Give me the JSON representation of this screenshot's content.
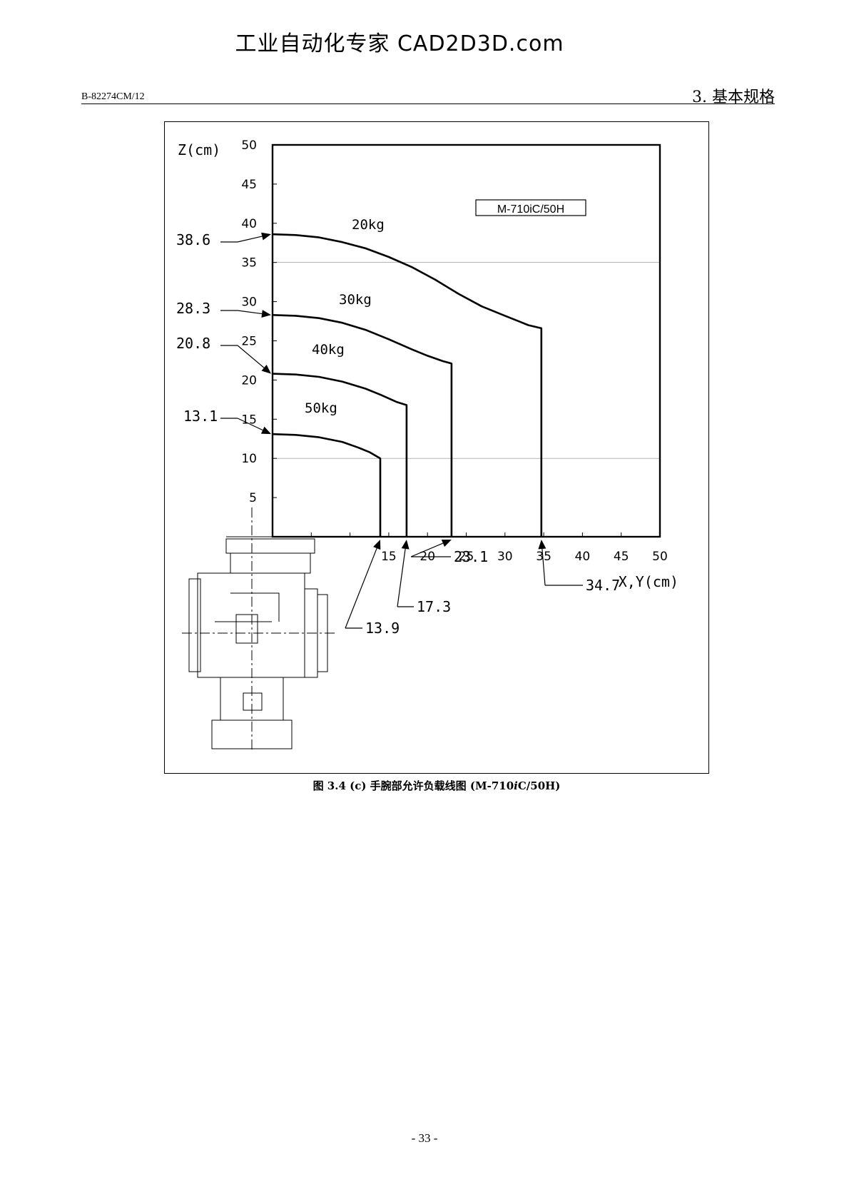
{
  "header": {
    "watermark": "工业自动化专家 CAD2D3D.com",
    "doc_code": "B-82274CM/12",
    "section_title": "3. 基本规格"
  },
  "caption": {
    "prefix": "图 3.4 (c)  手腕部允许负载线图  (M-710",
    "italic": "i",
    "suffix": "C/50H)"
  },
  "page_number": "- 33 -",
  "chart_data": {
    "type": "line",
    "title": "M-710iC/50H",
    "xlabel": "X,Y(cm)",
    "ylabel": "Z(cm)",
    "xlim": [
      0,
      50
    ],
    "ylim": [
      0,
      50
    ],
    "x_ticks": [
      15,
      20,
      25,
      30,
      35,
      40,
      45,
      50
    ],
    "y_ticks": [
      5,
      10,
      15,
      20,
      25,
      30,
      35,
      40,
      45,
      50
    ],
    "grid_lines_y": [
      10,
      35
    ],
    "series": [
      {
        "name": "20kg",
        "x": [
          0,
          3,
          6,
          9,
          12,
          15,
          18,
          21,
          24,
          27,
          30,
          32,
          33,
          34.7,
          34.7
        ],
        "y": [
          38.6,
          38.5,
          38.2,
          37.6,
          36.8,
          35.7,
          34.4,
          32.8,
          31.0,
          29.4,
          28.2,
          27.4,
          27.0,
          26.6,
          0
        ]
      },
      {
        "name": "30kg",
        "x": [
          0,
          3,
          6,
          9,
          12,
          15,
          18,
          20,
          22,
          23.1,
          23.1
        ],
        "y": [
          28.3,
          28.2,
          27.9,
          27.3,
          26.4,
          25.2,
          23.9,
          23.1,
          22.4,
          22.1,
          0
        ]
      },
      {
        "name": "40kg",
        "x": [
          0,
          3,
          6,
          9,
          12,
          14,
          16,
          17.3,
          17.3
        ],
        "y": [
          20.8,
          20.7,
          20.4,
          19.8,
          18.9,
          18.1,
          17.2,
          16.8,
          0
        ]
      },
      {
        "name": "50kg",
        "x": [
          0,
          3,
          6,
          9,
          11,
          12.5,
          13.9,
          13.9
        ],
        "y": [
          13.1,
          13.0,
          12.7,
          12.1,
          11.4,
          10.8,
          10.0,
          0
        ]
      }
    ],
    "z_markers": [
      {
        "label": "38.6",
        "value": 38.6
      },
      {
        "label": "28.3",
        "value": 28.3
      },
      {
        "label": "20.8",
        "value": 20.8
      },
      {
        "label": "13.1",
        "value": 13.1
      }
    ],
    "x_markers": [
      {
        "label": "13.9",
        "value": 13.9
      },
      {
        "label": "17.3",
        "value": 17.3
      },
      {
        "label": "23.1",
        "value": 23.1
      },
      {
        "label": "34.7",
        "value": 34.7
      }
    ]
  }
}
